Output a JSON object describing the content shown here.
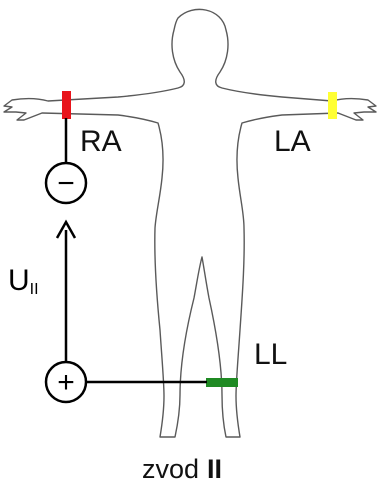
{
  "labels": {
    "ra": "RA",
    "la": "LA",
    "ll": "LL",
    "voltage_main": "U",
    "voltage_sub": "II",
    "minus": "−",
    "plus": "+"
  },
  "caption": {
    "prefix": "zvod",
    "lead": "II"
  },
  "colors": {
    "ra_electrode": "#e8141b",
    "la_electrode": "#ffff33",
    "ll_electrode": "#1f8a23",
    "body_outline": "#5a5a5a",
    "wires": "#000000"
  }
}
